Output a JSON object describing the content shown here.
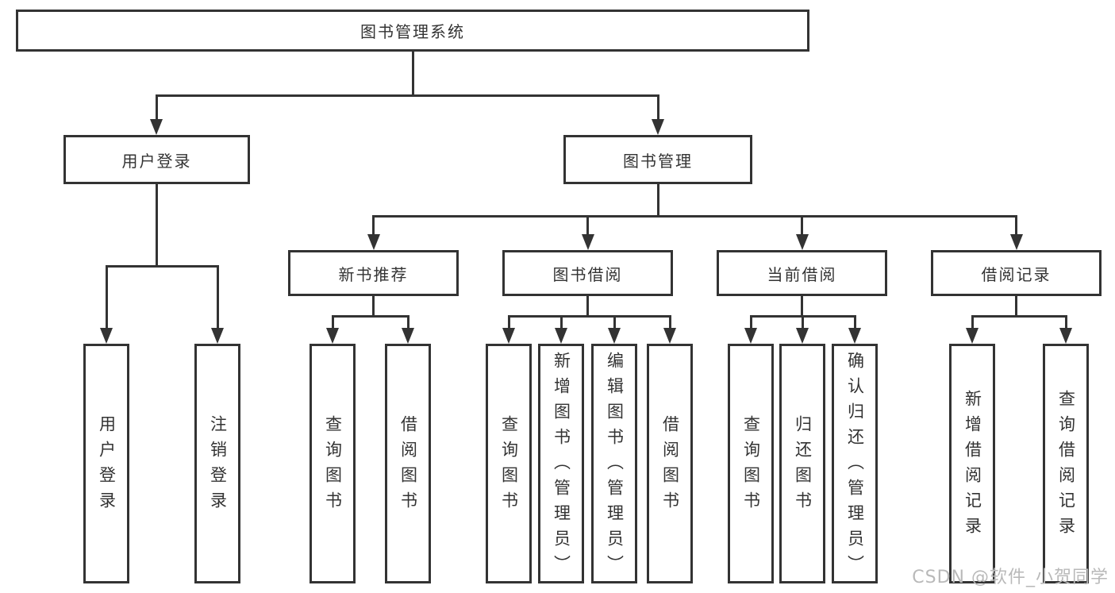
{
  "watermark": "CSDN @软件_小贺同学",
  "colors": {
    "line": "#333333",
    "box_border": "#333333",
    "text": "#333333",
    "background": "#ffffff",
    "watermark": "#b9b9b9"
  },
  "tree": {
    "label": "图书管理系统",
    "children": [
      {
        "label": "用户登录",
        "children": [
          {
            "label": "用户登录"
          },
          {
            "label": "注销登录"
          }
        ]
      },
      {
        "label": "图书管理",
        "children": [
          {
            "label": "新书推荐",
            "children": [
              {
                "label": "查询图书"
              },
              {
                "label": "借阅图书"
              }
            ]
          },
          {
            "label": "图书借阅",
            "children": [
              {
                "label": "查询图书"
              },
              {
                "label": "新增图书（管理员）"
              },
              {
                "label": "编辑图书（管理员）"
              },
              {
                "label": "借阅图书"
              }
            ]
          },
          {
            "label": "当前借阅",
            "children": [
              {
                "label": "查询图书"
              },
              {
                "label": "归还图书"
              },
              {
                "label": "确认归还（管理员）"
              }
            ]
          },
          {
            "label": "借阅记录",
            "children": [
              {
                "label": "新增借阅记录"
              },
              {
                "label": "查询借阅记录"
              }
            ]
          }
        ]
      }
    ]
  }
}
